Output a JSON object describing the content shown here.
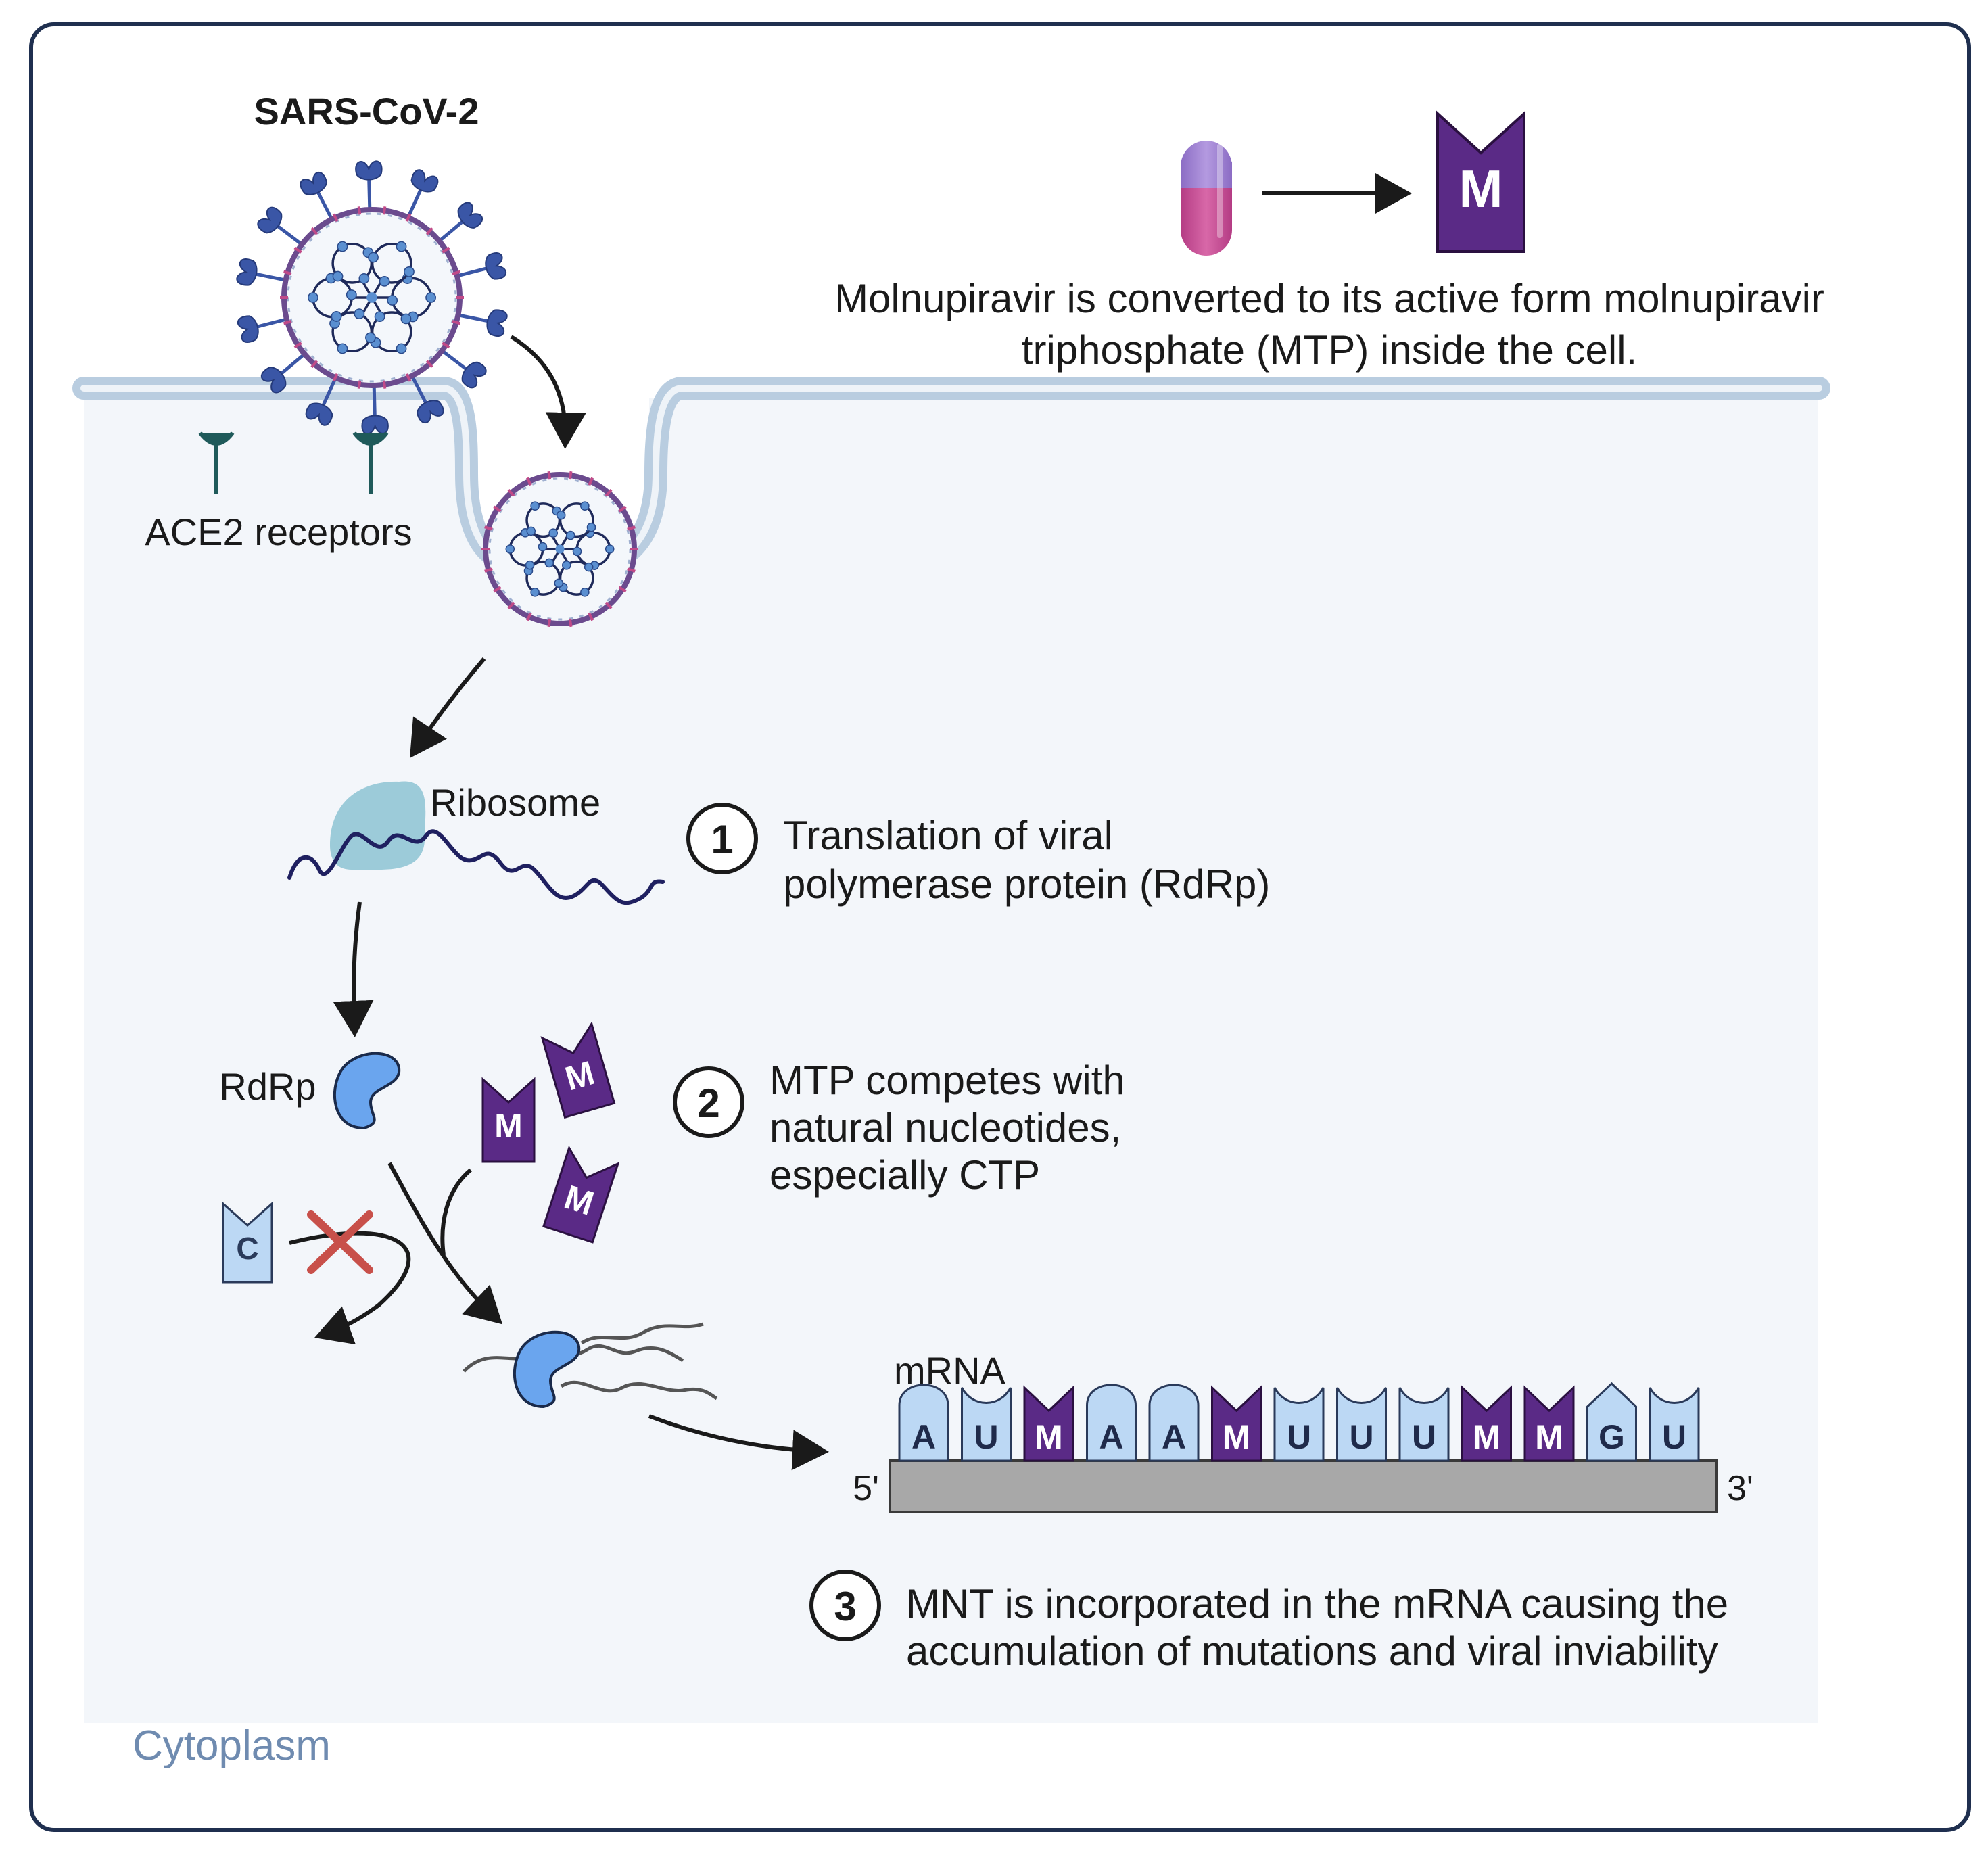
{
  "title": "SARS-CoV-2",
  "drug": {
    "pill_icon": "capsule-icon",
    "mtp_letter": "M",
    "caption_line1": "Molnupiravir is converted to its active form molnupiravir",
    "caption_line2": "triphosphate (MTP) inside the cell."
  },
  "labels": {
    "ace2": "ACE2 receptors",
    "ribosome": "Ribosome",
    "rdrp": "RdRp",
    "mrna": "mRNA",
    "five_prime": "5'",
    "three_prime": "3'",
    "cytoplasm": "Cytoplasm",
    "ctp_letter": "C",
    "m_letter": "M"
  },
  "steps": [
    {
      "number": "1",
      "line1": "Translation of viral",
      "line2": "polymerase protein (RdRp)"
    },
    {
      "number": "2",
      "line1": "MTP competes with",
      "line2": "natural nucleotides,",
      "line3": "especially CTP"
    },
    {
      "number": "3",
      "line1": "MNT is incorporated in the mRNA causing the",
      "line2": "accumulation of mutations and viral inviability"
    }
  ],
  "mrna_sequence": [
    "A",
    "U",
    "M",
    "A",
    "A",
    "M",
    "U",
    "U",
    "U",
    "M",
    "M",
    "G",
    "U"
  ],
  "colors": {
    "border": "#1f2f4f",
    "cytoplasm": "#f3f6fa",
    "membrane": "#b9cde0",
    "virus_spike": "#3a56a6",
    "rna": "#1f2060",
    "ribosome": "#9ccbd9",
    "rdrp": "#6aa5ee",
    "mtp_purple": "#5a2a86",
    "nucleotide_light": "#bcd8f4",
    "red_x": "#c8504a",
    "cytoplasm_text": "#6f8bb0",
    "strand_gray": "#a8a8a8"
  }
}
